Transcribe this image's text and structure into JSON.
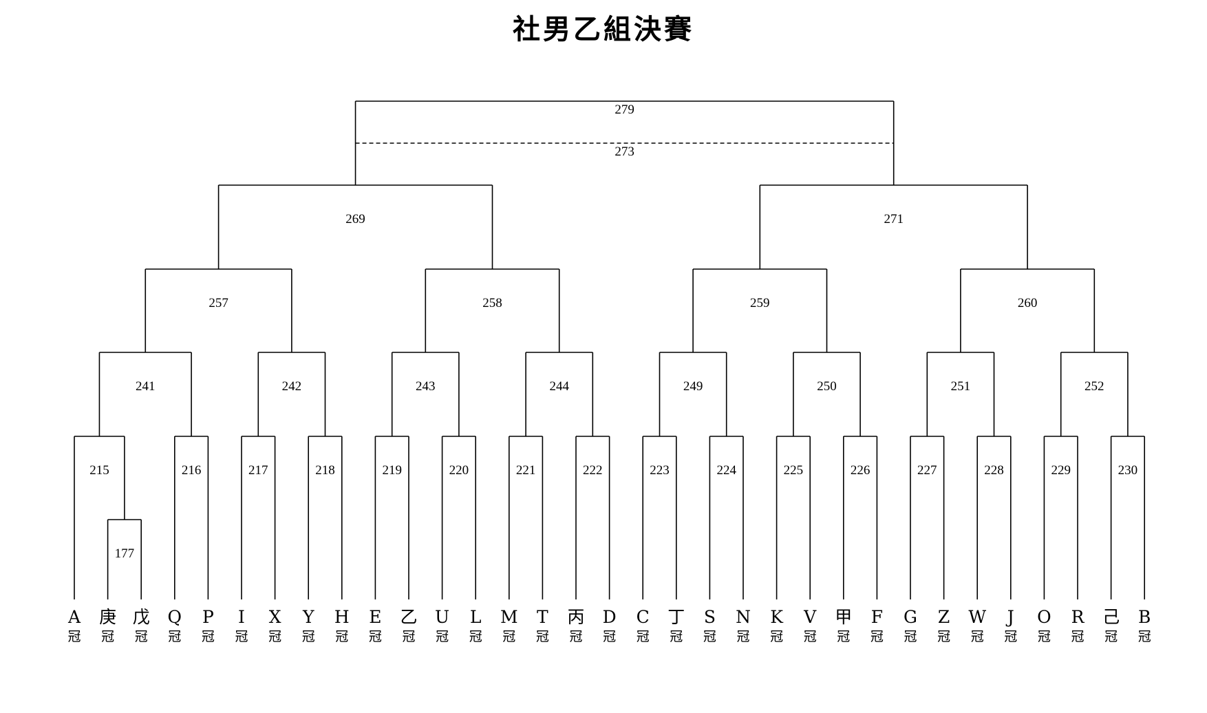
{
  "title": "社男乙組決賽",
  "bracket": {
    "teams": [
      "A",
      "庚",
      "戊",
      "Q",
      "P",
      "I",
      "X",
      "Y",
      "H",
      "E",
      "乙",
      "U",
      "L",
      "M",
      "T",
      "丙",
      "D",
      "C",
      "丁",
      "S",
      "N",
      "K",
      "V",
      "甲",
      "F",
      "G",
      "Z",
      "W",
      "J",
      "O",
      "R",
      "己",
      "B"
    ],
    "team_suffix": "冠",
    "matches": {
      "final": "279",
      "third_place": "273",
      "semifinals": [
        "269",
        "271"
      ],
      "quarterfinals": [
        "257",
        "258",
        "259",
        "260"
      ],
      "round_of_16": [
        "241",
        "242",
        "243",
        "244",
        "249",
        "250",
        "251",
        "252"
      ],
      "round_of_32": [
        "215",
        "216",
        "217",
        "218",
        "219",
        "220",
        "221",
        "222",
        "223",
        "224",
        "225",
        "226",
        "227",
        "228",
        "229",
        "230"
      ],
      "preliminary": [
        "177"
      ]
    }
  }
}
